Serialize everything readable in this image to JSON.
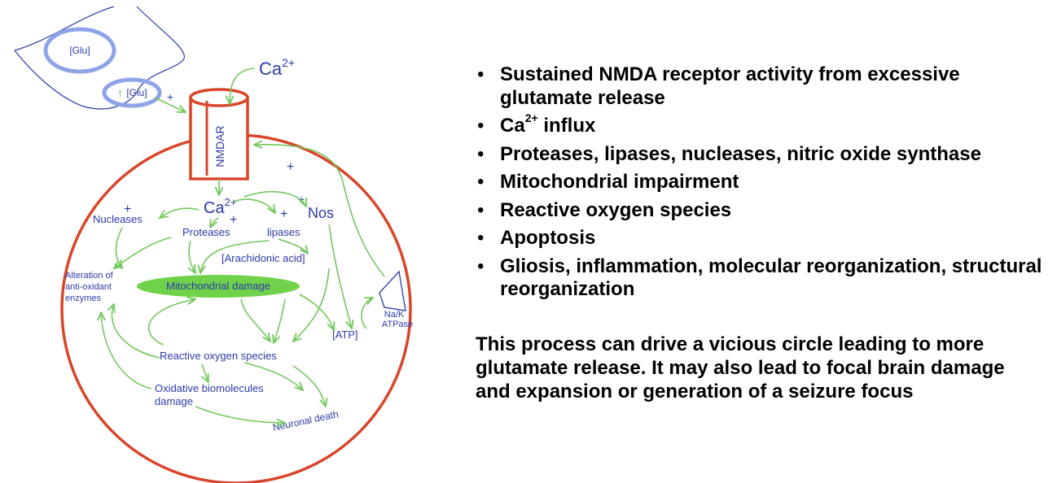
{
  "diagram": {
    "glu_top": "[Glu]",
    "glu_bottom": "[Glu]",
    "glu_up_arrow": "↑",
    "plus_glu": "+",
    "ca_top": "Ca",
    "ca_top_sup": "2+",
    "nmdar": "NMDAR",
    "plus_feedback": "+",
    "ca_center": "Ca",
    "ca_center_sup": "2+",
    "plus_nucleases": "+",
    "plus_proteases": "+",
    "plus_lipases": "+",
    "plus_nos": "+",
    "nucleases": "Nucleases",
    "proteases": "Proteases",
    "lipases": "lipases",
    "nos": "Nos",
    "arachidonic_acid": "[Arachidonic acid]",
    "alteration_lines": [
      "Alteration of",
      "anti-oxidant",
      "enzymes"
    ],
    "mito_damage": "Mitochondrial damage",
    "na_k": "Na/K",
    "atpase": "ATPase",
    "atp": "[ATP]",
    "ros": "Reactive oxygen species",
    "oxidative_lines": [
      "Oxidative biomolecules",
      "damage"
    ],
    "neuronal_death": "Neuronal death",
    "colors": {
      "membrane": "#d8452a",
      "arrow": "#72c85c",
      "text": "#2b3aa8",
      "vesicle": "#8fa4e8",
      "ellipse": "#6fd24a"
    }
  },
  "bullets": [
    {
      "text": "Sustained NMDA receptor activity from excessive glutamate release",
      "sup": "",
      "after": ""
    },
    {
      "text": "Ca",
      "sup": "2+",
      "after": " influx"
    },
    {
      "text": "Proteases, lipases, nucleases, nitric oxide synthase",
      "sup": "",
      "after": ""
    },
    {
      "text": "Mitochondrial impairment",
      "sup": "",
      "after": ""
    },
    {
      "text": "Reactive oxygen species",
      "sup": "",
      "after": ""
    },
    {
      "text": "Apoptosis",
      "sup": "",
      "after": ""
    },
    {
      "text": "Gliosis, inflammation, molecular reorganization, structural reorganization",
      "sup": "",
      "after": ""
    }
  ],
  "summary": "This process can drive a vicious circle leading to more glutamate release. It may also lead to focal brain damage and expansion or generation of a seizure focus"
}
